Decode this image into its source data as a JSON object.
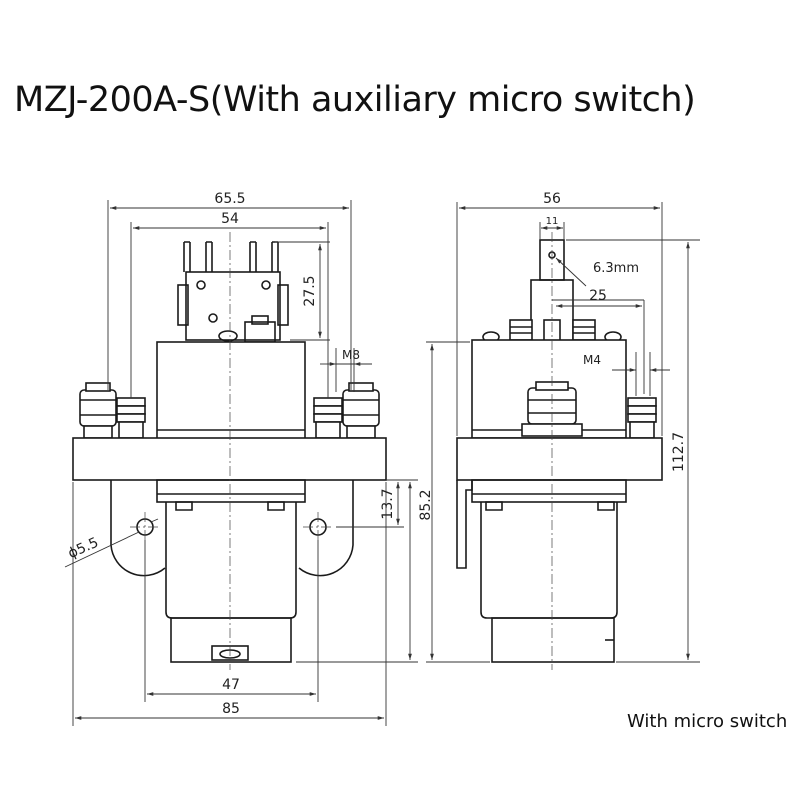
{
  "title": "MZJ-200A-S(With auxiliary micro switch)",
  "caption": "With micro switch",
  "front_view": {
    "dim_overall_top": "65.5",
    "dim_inner_top": "54",
    "dim_switch_height": "27.5",
    "dim_bolt": "M8",
    "dim_flange_height": "13.7",
    "dim_total_height": "85.2",
    "dim_hole": "ϕ5.5",
    "dim_body_width": "47",
    "dim_base_width": "85"
  },
  "side_view": {
    "dim_width": "56",
    "dim_tab_width": "11",
    "dim_tab_thickness": "6.3mm",
    "dim_offset": "25",
    "dim_small_bolt": "M4",
    "dim_total_height": "112.7"
  }
}
